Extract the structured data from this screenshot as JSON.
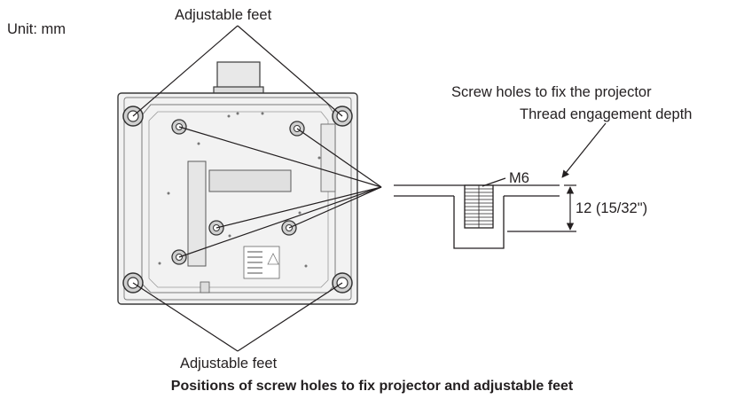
{
  "unit_label": "Unit: mm",
  "feet_label_top": "Adjustable feet",
  "feet_label_bottom": "Adjustable feet",
  "screw_holes_label": "Screw holes to fix the projector",
  "thread_depth_label": "Thread engagement depth",
  "thread_size_label": "M6",
  "dimension_label": "12 (15/32\")",
  "caption": "Positions of screw holes to fix projector and adjustable feet",
  "colors": {
    "line": "#231f20",
    "body_fill": "#f2f2f2",
    "body_stroke": "#3a3a3a"
  }
}
